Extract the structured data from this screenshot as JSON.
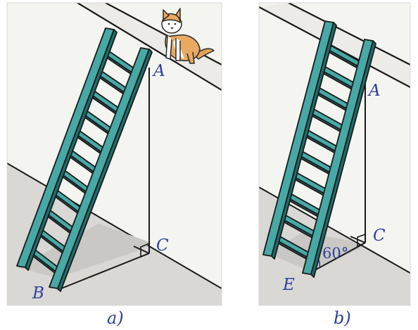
{
  "panel_a": {
    "caption": "a)",
    "point_a": "A",
    "point_b": "B",
    "point_c": "C"
  },
  "panel_b": {
    "caption": "b)",
    "point_a": "A",
    "point_c": "C",
    "point_e": "E",
    "angle_label": "60°"
  },
  "colors": {
    "ladder": "#47a9a6",
    "ladder_dark": "#1f6e6c",
    "wall": "#f4f4f1",
    "floor": "#d9d8d5",
    "ink": "#1a1a1a",
    "label": "#2f3f9e"
  }
}
